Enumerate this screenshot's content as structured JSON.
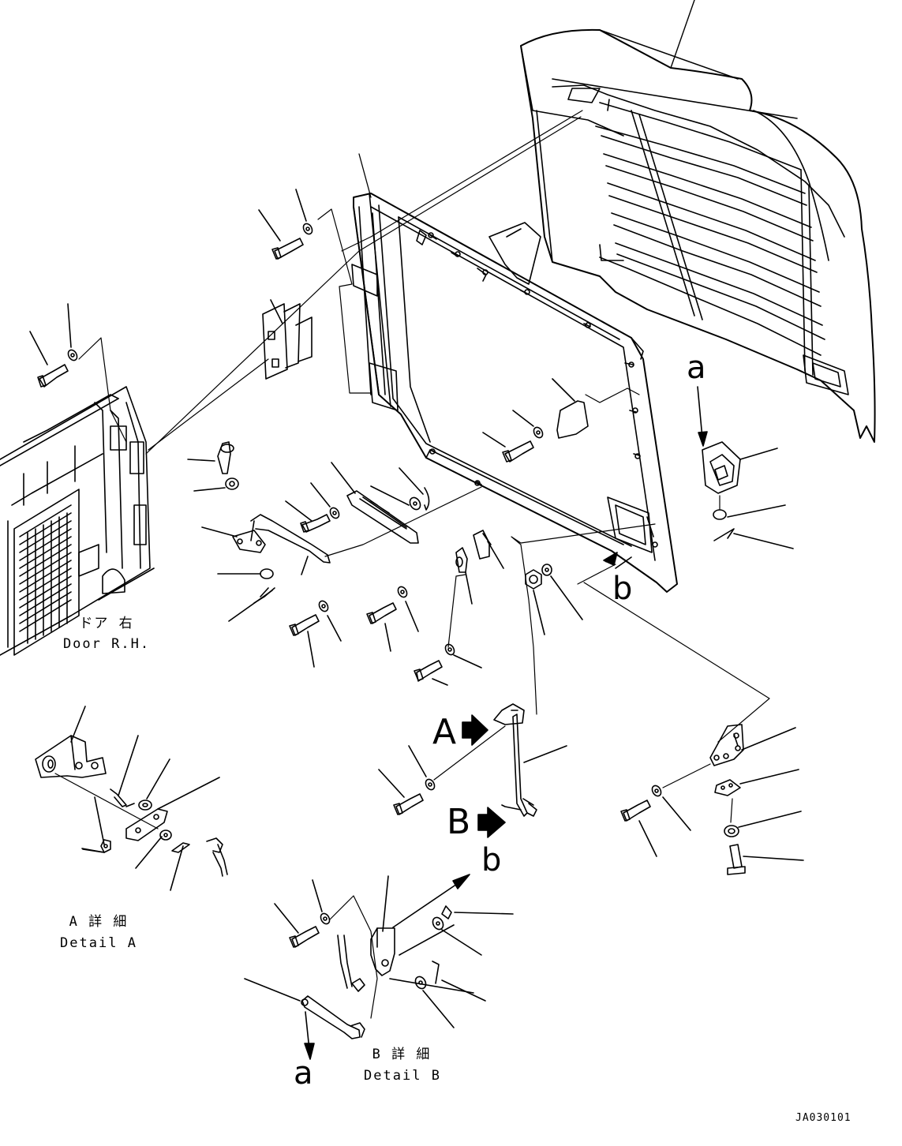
{
  "labels": {
    "door_jp": "ドア 右",
    "door_en": "Door R.H.",
    "detail_a_jp": "A 詳 細",
    "detail_a_en": "Detail A",
    "detail_b_jp": "B 詳 細",
    "detail_b_en": "Detail B",
    "callout_a_upper": "a",
    "callout_b_upper": "b",
    "callout_b_lower": "b",
    "callout_a_lower": "a",
    "arrow_A": "A",
    "arrow_B": "B",
    "drawing_code": "JA030101"
  },
  "colors": {
    "line": "#000000",
    "background": "#ffffff"
  }
}
